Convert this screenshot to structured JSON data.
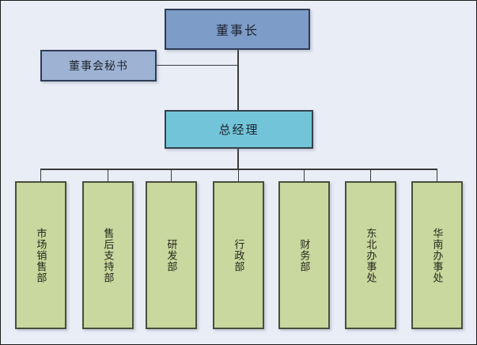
{
  "diagram": {
    "type": "organization-chart",
    "nodes": {
      "chairman": {
        "label": "董事长"
      },
      "secretary": {
        "label": "董事会秘书"
      },
      "general_manager": {
        "label": "总经理"
      },
      "departments": [
        {
          "label": "市场销售部"
        },
        {
          "label": "售后支持部"
        },
        {
          "label": "研发部"
        },
        {
          "label": "行政部"
        },
        {
          "label": "财务部"
        },
        {
          "label": "东北办事处"
        },
        {
          "label": "华南办事处"
        }
      ]
    },
    "edges": [
      {
        "from": "董事长",
        "to": "董事会秘书"
      },
      {
        "from": "董事长",
        "to": "总经理"
      },
      {
        "from": "总经理",
        "to": "市场销售部"
      },
      {
        "from": "总经理",
        "to": "售后支持部"
      },
      {
        "from": "总经理",
        "to": "研发部"
      },
      {
        "from": "总经理",
        "to": "行政部"
      },
      {
        "from": "总经理",
        "to": "财务部"
      },
      {
        "from": "总经理",
        "to": "东北办事处"
      },
      {
        "from": "总经理",
        "to": "华南办事处"
      }
    ]
  },
  "colors": {
    "background": "#E9EDF6",
    "chairman_fill": "#7D9CC8",
    "secretary_fill": "#9EB3D3",
    "general_manager_fill": "#72C5D8",
    "department_fill": "#C8D89E",
    "blue_box_border": "#2E3C55",
    "gm_box_border": "#34424C",
    "department_border": "#4A4E3C",
    "connector_line": "#3A3A3A",
    "text": "#1E2430"
  }
}
